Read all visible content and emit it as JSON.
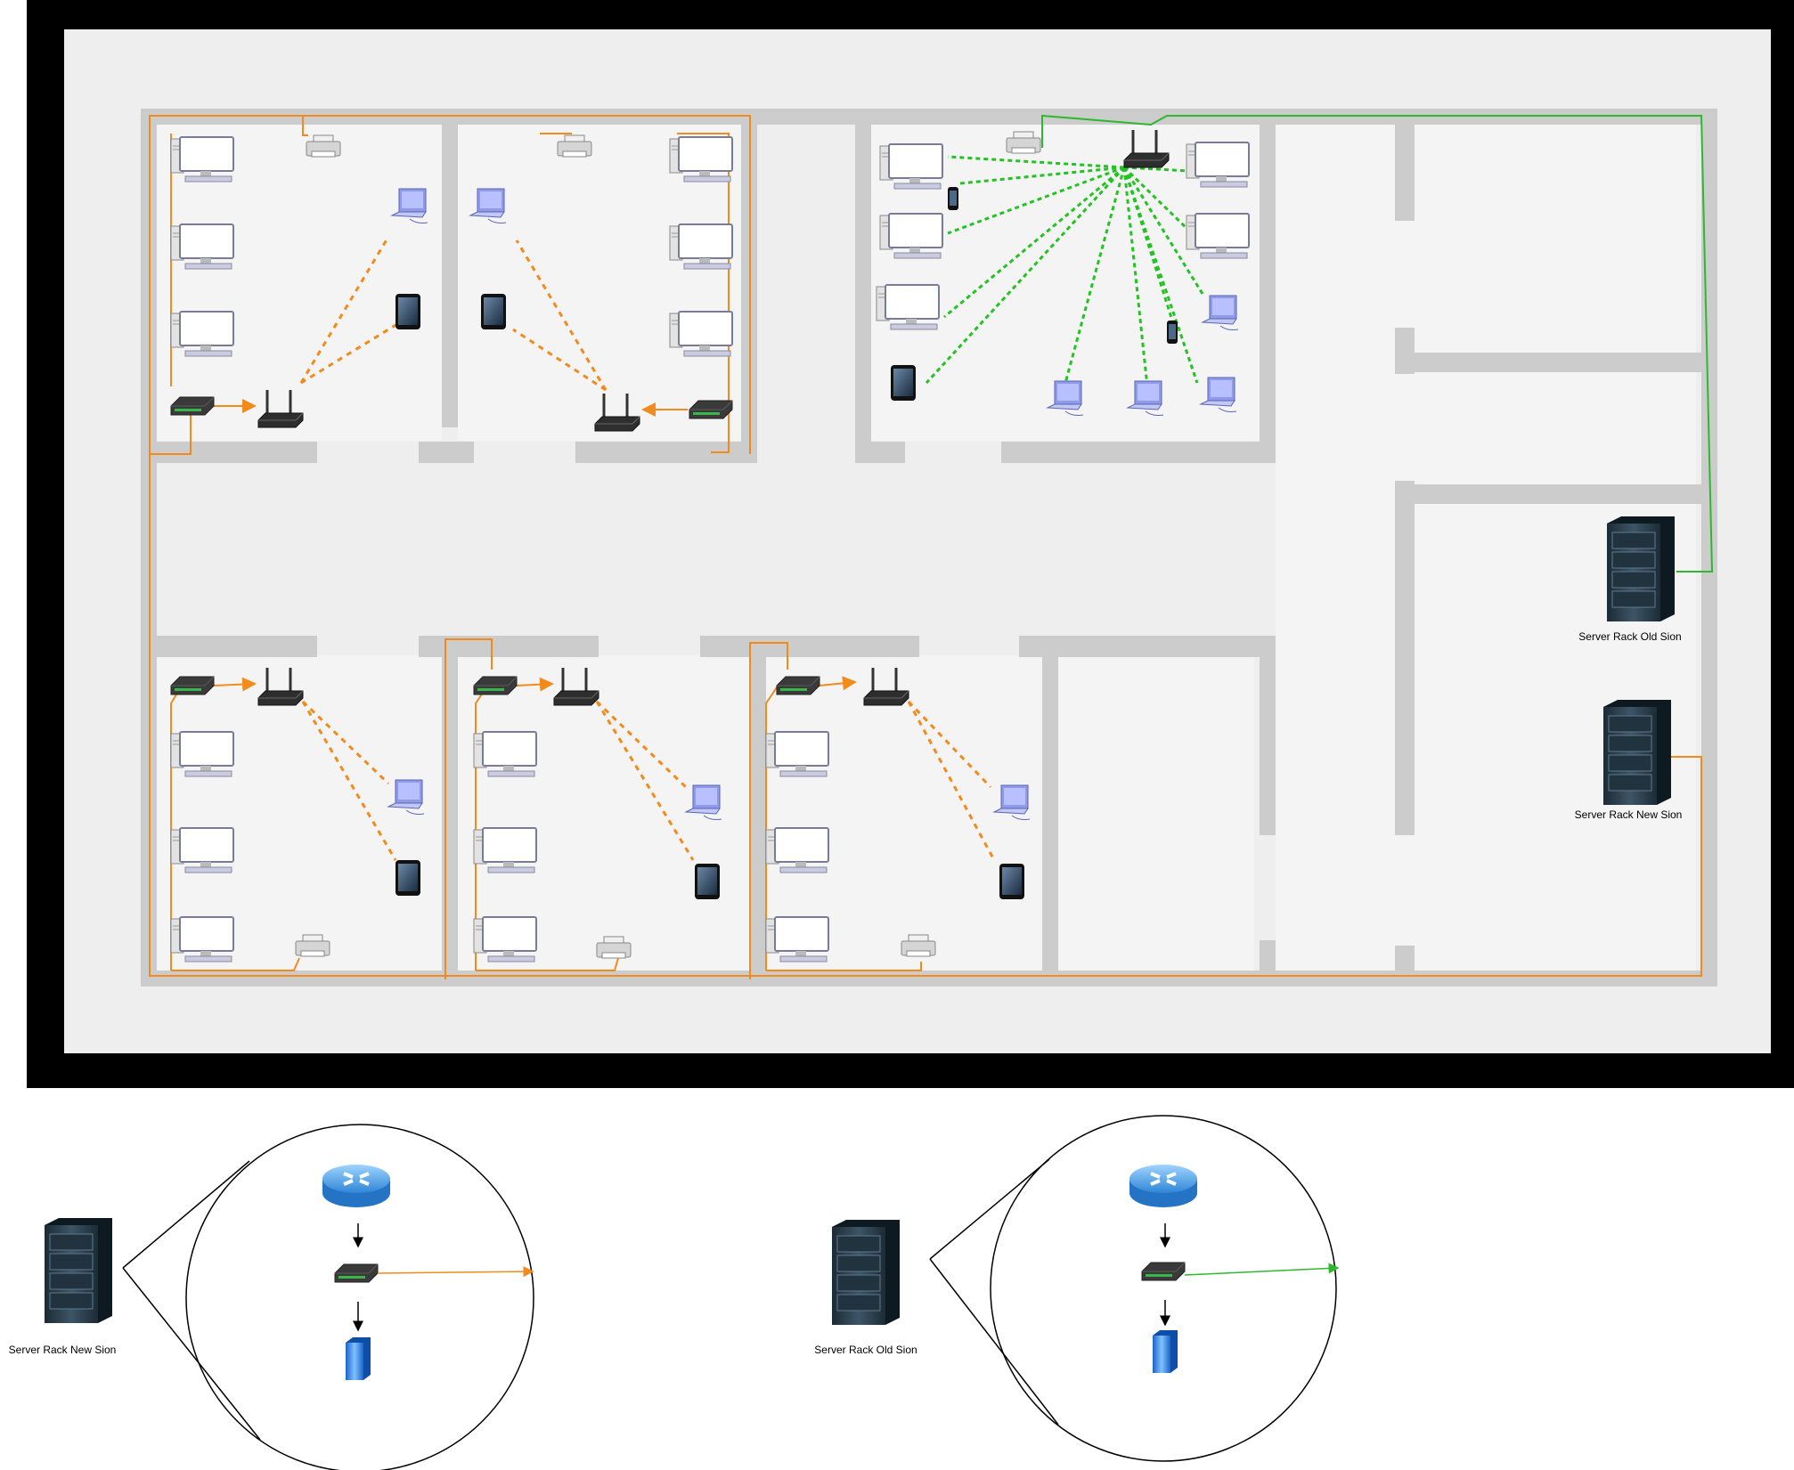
{
  "labels": {
    "rack_old_floor": "Server Rack Old Sion",
    "rack_new_floor": "Server Rack New Sion",
    "rack_new_detail": "Server Rack New Sion",
    "rack_old_detail": "Server Rack Old Sion"
  },
  "colors": {
    "frame": "#000000",
    "floor": "#eeeeee",
    "room": "#f4f4f4",
    "wall": "#cccccc",
    "wired_link": "#f28a1c",
    "old_sion_link": "#2db82d",
    "wireless_dash_old": "#22c322",
    "wireless_dash_new": "#f28a1c"
  },
  "icons": [
    "desktop-pc-icon",
    "printer-icon",
    "laptop-icon",
    "tablet-icon",
    "smartphone-icon",
    "switch-icon",
    "wireless-router-icon",
    "server-rack-icon",
    "router-icon",
    "server-icon"
  ],
  "rooms": [
    {
      "name": "room-top-1",
      "network": "new",
      "devices": [
        "desktop-pc",
        "desktop-pc",
        "desktop-pc",
        "printer",
        "laptop",
        "tablet",
        "switch",
        "wireless-router"
      ]
    },
    {
      "name": "room-top-2",
      "network": "new",
      "devices": [
        "desktop-pc",
        "desktop-pc",
        "desktop-pc",
        "printer",
        "laptop",
        "tablet",
        "switch",
        "wireless-router"
      ]
    },
    {
      "name": "room-top-3",
      "network": "old",
      "devices": [
        "desktop-pc",
        "desktop-pc",
        "desktop-pc",
        "desktop-pc",
        "desktop-pc",
        "printer",
        "tablet",
        "smartphone",
        "smartphone",
        "laptop",
        "laptop",
        "laptop",
        "laptop",
        "wireless-router"
      ]
    },
    {
      "name": "room-bottom-1",
      "network": "new",
      "devices": [
        "desktop-pc",
        "desktop-pc",
        "desktop-pc",
        "printer",
        "laptop",
        "tablet",
        "switch",
        "wireless-router"
      ]
    },
    {
      "name": "room-bottom-2",
      "network": "new",
      "devices": [
        "desktop-pc",
        "desktop-pc",
        "desktop-pc",
        "printer",
        "laptop",
        "tablet",
        "switch",
        "wireless-router"
      ]
    },
    {
      "name": "room-bottom-3",
      "network": "new",
      "devices": [
        "desktop-pc",
        "desktop-pc",
        "desktop-pc",
        "printer",
        "laptop",
        "tablet",
        "switch",
        "wireless-router"
      ]
    }
  ],
  "detail_views": [
    {
      "rack": "Server Rack New Sion",
      "stack": [
        "router",
        "switch",
        "server"
      ],
      "uplink_color": "#f28a1c"
    },
    {
      "rack": "Server Rack Old Sion",
      "stack": [
        "router",
        "switch",
        "server"
      ],
      "uplink_color": "#2db82d"
    }
  ]
}
